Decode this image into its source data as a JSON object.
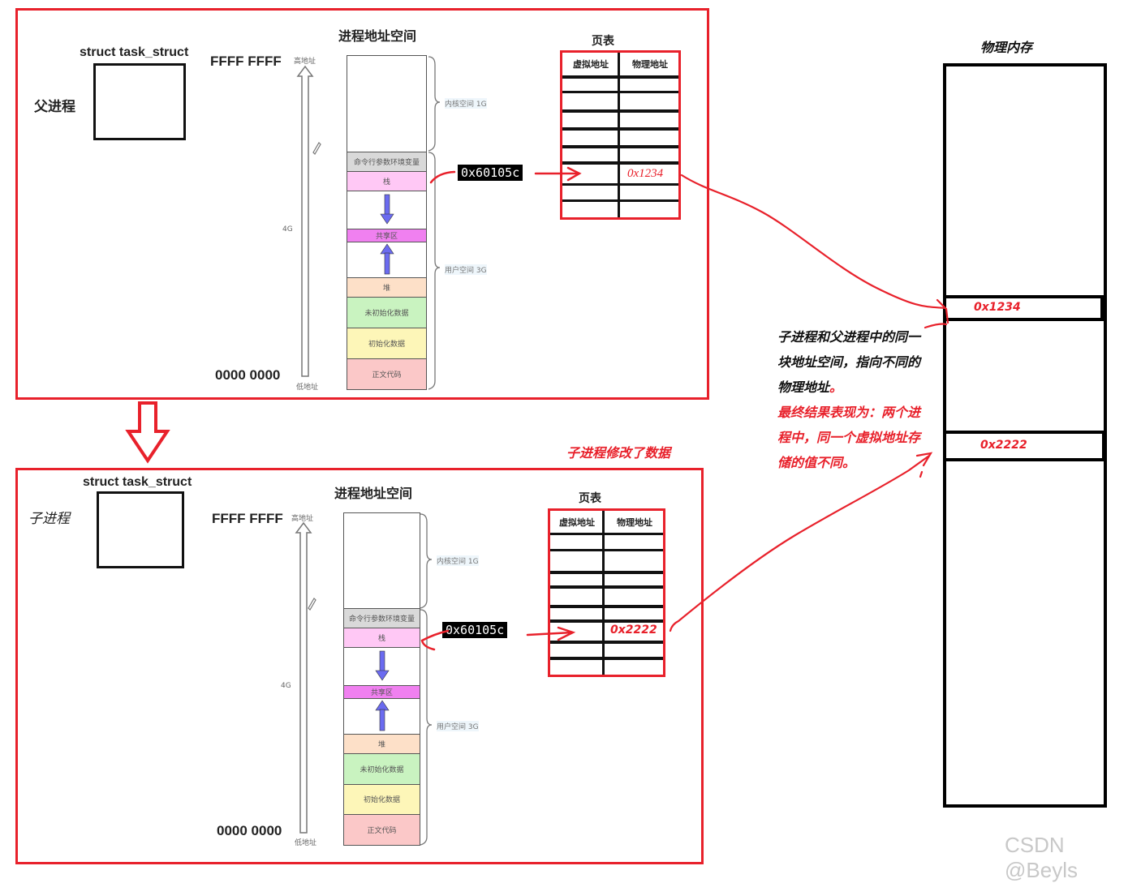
{
  "parent": {
    "process_label": "父进程",
    "struct_label": "struct task_struct",
    "addr_high": "FFFF FFFF",
    "addr_low": "0000 0000",
    "high_addr_label": "高地址",
    "low_addr_label": "低地址",
    "size_label": "4G",
    "addrspace_title": "进程地址空间",
    "kernel_label": "内核空间 1G",
    "user_label": "用户空间 3G",
    "segments": [
      {
        "label": "",
        "color": "#ffffff"
      },
      {
        "label": "命令行参数环境变量",
        "color": "#d9d9d9"
      },
      {
        "label": "栈",
        "color": "#ffc8f5"
      },
      {
        "label": "",
        "color": "#ffffff"
      },
      {
        "label": "共享区",
        "color": "#f080f0"
      },
      {
        "label": "",
        "color": "#ffffff"
      },
      {
        "label": "堆",
        "color": "#fde0c8"
      },
      {
        "label": "未初始化数据",
        "color": "#c9f3c0"
      },
      {
        "label": "初始化数据",
        "color": "#fdf6b8"
      },
      {
        "label": "正文代码",
        "color": "#fbc8c8"
      }
    ],
    "virtual_address": "0x60105c",
    "page_table": {
      "title": "页表",
      "headers": [
        "虚拟地址",
        "物理地址"
      ],
      "mapped_physical": "0x1234"
    }
  },
  "child": {
    "process_label": "子进程",
    "struct_label": "struct task_struct",
    "addr_high": "FFFF FFFF",
    "addr_low": "0000 0000",
    "high_addr_label": "高地址",
    "low_addr_label": "低地址",
    "size_label": "4G",
    "addrspace_title": "进程地址空间",
    "kernel_label": "内核空间 1G",
    "user_label": "用户空间 3G",
    "segments": [
      {
        "label": "",
        "color": "#ffffff"
      },
      {
        "label": "命令行参数环境变量",
        "color": "#d9d9d9"
      },
      {
        "label": "栈",
        "color": "#ffc8f5"
      },
      {
        "label": "",
        "color": "#ffffff"
      },
      {
        "label": "共享区",
        "color": "#f080f0"
      },
      {
        "label": "",
        "color": "#ffffff"
      },
      {
        "label": "堆",
        "color": "#fde0c8"
      },
      {
        "label": "未初始化数据",
        "color": "#c9f3c0"
      },
      {
        "label": "初始化数据",
        "color": "#fdf6b8"
      },
      {
        "label": "正文代码",
        "color": "#fbc8c8"
      }
    ],
    "virtual_address": "0x60105c",
    "page_table": {
      "title": "页表",
      "headers": [
        "虚拟地址",
        "物理地址"
      ],
      "mapped_physical": "0x2222"
    },
    "change_note": "子进程修改了数据"
  },
  "physical_memory": {
    "title": "物理内存",
    "cells": [
      "0x1234",
      "0x2222"
    ]
  },
  "explanation": {
    "black_text": "子进程和父进程中的同一块地址空间，指向不同的物理地址",
    "black_period": "。",
    "red_text": "最终结果表现为：两个进程中，同一个虚拟地址存储的值不同。"
  },
  "watermark": "CSDN @Beyls",
  "colors": {
    "accent_red": "#e8212b",
    "arrow_blue": "#6b6bf0"
  }
}
